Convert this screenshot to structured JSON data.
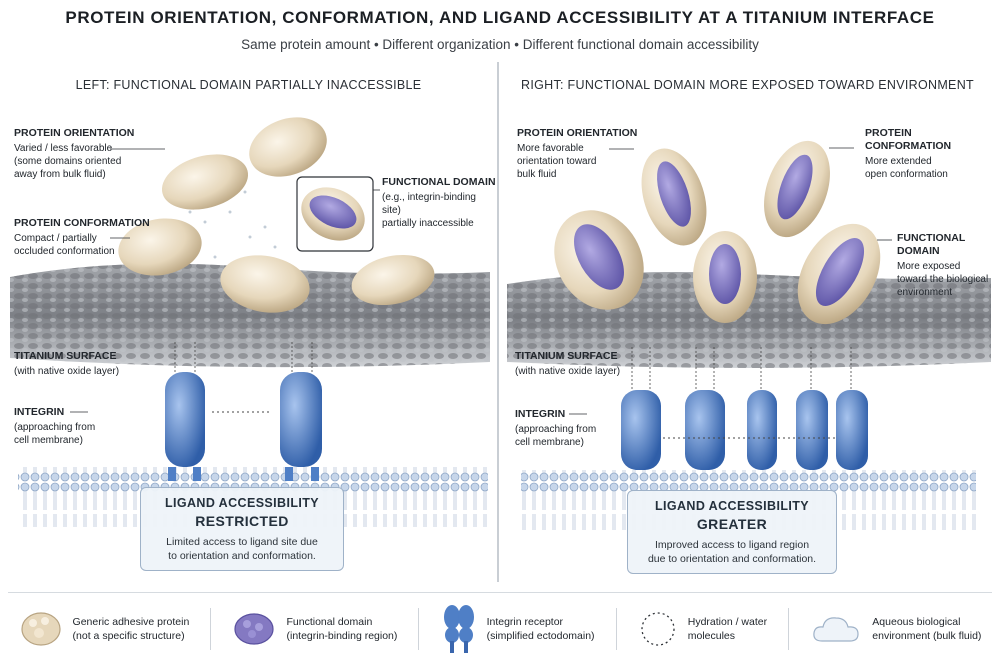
{
  "title": "PROTEIN ORIENTATION, CONFORMATION, AND LIGAND ACCESSIBILITY AT A TITANIUM INTERFACE",
  "subtitle": "Same protein amount • Different organization • Different functional domain accessibility",
  "left": {
    "heading": "LEFT: FUNCTIONAL DOMAIN PARTIALLY INACCESSIBLE",
    "orientation": {
      "title": "PROTEIN ORIENTATION",
      "text": "Varied / less favorable\n(some domains oriented\naway from bulk fluid)"
    },
    "conformation": {
      "title": "PROTEIN CONFORMATION",
      "text": "Compact / partially\noccluded conformation"
    },
    "functional": {
      "title": "FUNCTIONAL DOMAIN",
      "text": "(e.g., integrin-binding site)\npartially inaccessible"
    },
    "surface": {
      "title": "TITANIUM SURFACE",
      "text": "(with native oxide layer)"
    },
    "integrin": {
      "title": "INTEGRIN",
      "text": "(approaching from\ncell membrane)"
    },
    "access": {
      "title": "LIGAND ACCESSIBILITY",
      "status": "RESTRICTED",
      "text": "Limited access to ligand site due\nto orientation and conformation."
    }
  },
  "right": {
    "heading": "RIGHT: FUNCTIONAL DOMAIN MORE EXPOSED TOWARD ENVIRONMENT",
    "orientation": {
      "title": "PROTEIN ORIENTATION",
      "text": "More favorable\norientation toward\nbulk fluid"
    },
    "conformation": {
      "title": "PROTEIN CONFORMATION",
      "text": "More extended\nopen conformation"
    },
    "functional": {
      "title": "FUNCTIONAL DOMAIN",
      "text": "More exposed\ntoward the biological\nenvironment"
    },
    "surface": {
      "title": "TITANIUM SURFACE",
      "text": "(with native oxide layer)"
    },
    "integrin": {
      "title": "INTEGRIN",
      "text": "(approaching from\ncell membrane)"
    },
    "access": {
      "title": "LIGAND ACCESSIBILITY",
      "status": "GREATER",
      "text": "Improved access to ligand region\ndue to orientation and conformation."
    }
  },
  "legend": [
    {
      "icon": "generic-protein-icon",
      "text": "Generic adhesive protein\n(not a specific structure)"
    },
    {
      "icon": "functional-domain-icon",
      "text": "Functional domain\n(integrin-binding region)"
    },
    {
      "icon": "integrin-receptor-icon",
      "text": "Integrin receptor\n(simplified ectodomain)"
    },
    {
      "icon": "hydration-icon",
      "text": "Hydration / water\nmolecules"
    },
    {
      "icon": "cloud-icon",
      "text": "Aqueous biological\nenvironment (bulk fluid)"
    }
  ],
  "colors": {
    "protein": "#e8dcc4",
    "protein_shadow": "#b8a482",
    "domain": "#8479c2",
    "integrin": "#4f7fc6",
    "titanium": "#8d9096",
    "membrane": "#c4d3e6"
  }
}
